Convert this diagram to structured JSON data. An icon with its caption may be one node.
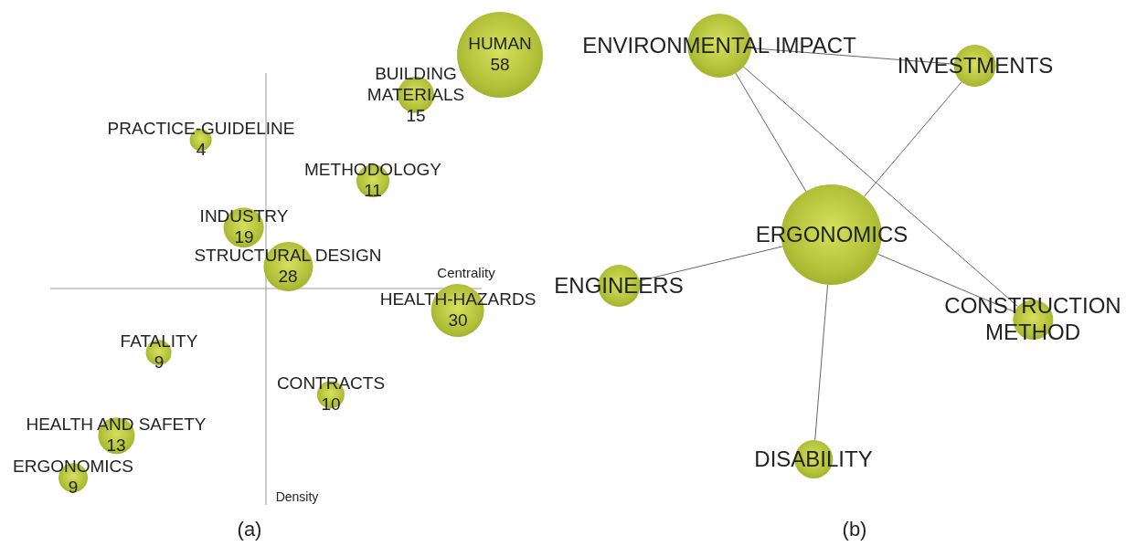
{
  "diagram": {
    "nodes": [
      {
        "text": [
          "HUMAN",
          "58"
        ]
      },
      {
        "text": [
          "BUILDING MATERIALS",
          "15"
        ]
      },
      {
        "text": [
          "PRACTICE-GUIDELINE",
          "4"
        ]
      },
      {
        "text": [
          "METHODOLOGY",
          "11"
        ]
      },
      {
        "text": [
          "INDUSTRY",
          "19"
        ]
      },
      {
        "text": [
          "STRUCTURAL DESIGN",
          "28"
        ]
      },
      {
        "text": [
          "HEALTH-HAZARDS",
          "30"
        ]
      },
      {
        "text": [
          "FATALITY",
          "9"
        ]
      },
      {
        "text": [
          "CONTRACTS",
          "10"
        ]
      },
      {
        "text": [
          "HEALTH AND SAFETY",
          "13"
        ]
      },
      {
        "text": [
          "ERGONOMICS",
          "9"
        ]
      },
      {
        "text": [
          "ENVIRONMENTAL IMPACT"
        ]
      },
      {
        "text": [
          "INVESTMENTS"
        ]
      },
      {
        "text": [
          "ERGONOMICS"
        ]
      },
      {
        "text": [
          "ENGINEERS"
        ]
      },
      {
        "text": [
          "CONSTRUCTION METHOD"
        ]
      },
      {
        "text": [
          "DISABILITY"
        ]
      }
    ],
    "edges": [
      {
        "from": 11,
        "to": 12,
        "arrow": "none"
      },
      {
        "from": 11,
        "to": 13,
        "arrow": "none"
      },
      {
        "from": 11,
        "to": 15,
        "arrow": "none"
      },
      {
        "from": 12,
        "to": 13,
        "arrow": "none"
      },
      {
        "from": 13,
        "to": 14,
        "arrow": "none"
      },
      {
        "from": 13,
        "to": 15,
        "arrow": "none"
      },
      {
        "from": 13,
        "to": 16,
        "arrow": "none"
      }
    ],
    "labels": [
      "Centrality",
      "Density",
      "(a)",
      "(b)"
    ]
  }
}
